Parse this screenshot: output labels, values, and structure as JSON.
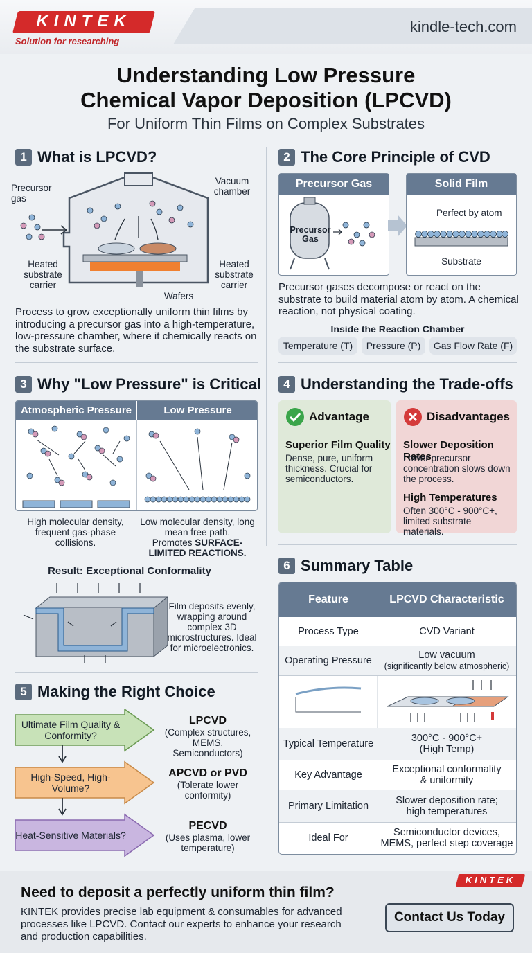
{
  "header": {
    "brand": "KINTEK",
    "tagline": "Solution for researching",
    "site": "kindle-tech.com"
  },
  "title": {
    "line1": "Understanding Low Pressure",
    "line2": "Chemical Vapor Deposition (LPCVD)",
    "subtitle": "For Uniform Thin Films on Complex Substrates"
  },
  "s1": {
    "num": "1",
    "heading": "What is LPCVD?",
    "labels": {
      "precursor": "Precursor gas",
      "vacuum": "Vacuum chamber",
      "heated_left": "Heated substrate carrier",
      "heated_right": "Heated substrate carrier",
      "wafers": "Wafers"
    },
    "text": "Process to grow exceptionally uniform thin films by introducing a precursor gas into a high-temperature, low-pressure chamber, where it chemically reacts on the substrate surface."
  },
  "s2": {
    "num": "2",
    "heading": "The Core Principle of CVD",
    "panel_left": "Precursor Gas",
    "panel_right": "Solid Film",
    "tank_label": "Precursor Gas",
    "perfect": "Perfect by atom",
    "substrate": "Substrate",
    "text": "Precursor gases decompose or react on the substrate to build material atom by atom. A chemical reaction, not physical coating.",
    "chamber_title": "Inside the Reaction Chamber",
    "params": [
      "Temperature (T)",
      "Pressure (P)",
      "Gas Flow Rate (F)"
    ]
  },
  "s3": {
    "num": "3",
    "heading": "Why \"Low Pressure\" is Critical",
    "left_head": "Atmospheric Pressure",
    "right_head": "Low Pressure",
    "left_caption": "High molecular density, frequent gas-phase collisions.",
    "right_caption_1": "Low molecular density, long mean free path.",
    "right_caption_2": "Promotes",
    "right_caption_bold": "SURFACE-LIMITED REACTIONS.",
    "result": "Result: Exceptional Conformality",
    "result_text": "Film deposits evenly, wrapping around complex 3D microstructures. Ideal for microelectronics."
  },
  "s4": {
    "num": "4",
    "heading": "Understanding the Trade-offs",
    "adv_title": "Advantage",
    "dis_title": "Disadvantages",
    "adv_h": "Superior Film Quality",
    "adv_t": "Dense, pure, uniform thickness. Crucial for semiconductors.",
    "dis_h1": "Slower Deposition Rates",
    "dis_t1": "Lower precursor concentration slows down the process.",
    "dis_h2": "High Temperatures",
    "dis_t2": "Often 300°C - 900°C+, limited substrate materials."
  },
  "s5": {
    "num": "5",
    "heading": "Making the Right Choice",
    "rows": [
      {
        "question": "Ultimate Film Quality & Conformity?",
        "answer": "LPCVD",
        "detail": "(Complex structures, MEMS, Semiconductors)"
      },
      {
        "question": "High-Speed, High-Volume?",
        "answer": "APCVD or PVD",
        "detail": "(Tolerate lower conformity)"
      },
      {
        "question": "Heat-Sensitive Materials?",
        "answer": "PECVD",
        "detail": "(Uses plasma, lower temperature)"
      }
    ]
  },
  "s6": {
    "num": "6",
    "heading": "Summary Table",
    "head": [
      "Feature",
      "LPCVD Characteristic"
    ],
    "rows": [
      {
        "feature": "Process Type",
        "value": "CVD Variant",
        "sub": ""
      },
      {
        "feature": "Operating Pressure",
        "value": "Low vacuum",
        "sub": "(significantly below atmospheric)"
      },
      {
        "feature": "Typical Temperature",
        "value": "300°C - 900°C+",
        "sub": "(High Temp)"
      },
      {
        "feature": "Key Advantage",
        "value": "Exceptional conformality",
        "sub": "& uniformity"
      },
      {
        "feature": "Primary Limitation",
        "value": "Slower deposition rate;",
        "sub": "high temperatures"
      },
      {
        "feature": "Ideal For",
        "value": "Semiconductor devices,",
        "sub": "MEMS, perfect step coverage"
      }
    ]
  },
  "footer": {
    "heading": "Need to deposit a perfectly uniform thin film?",
    "text": "KINTEK provides precise lab equipment & consumables for advanced processes like LPCVD. Contact our experts to enhance your research and production capabilities.",
    "brand": "KINTEK",
    "cta": "Contact Us Today"
  }
}
